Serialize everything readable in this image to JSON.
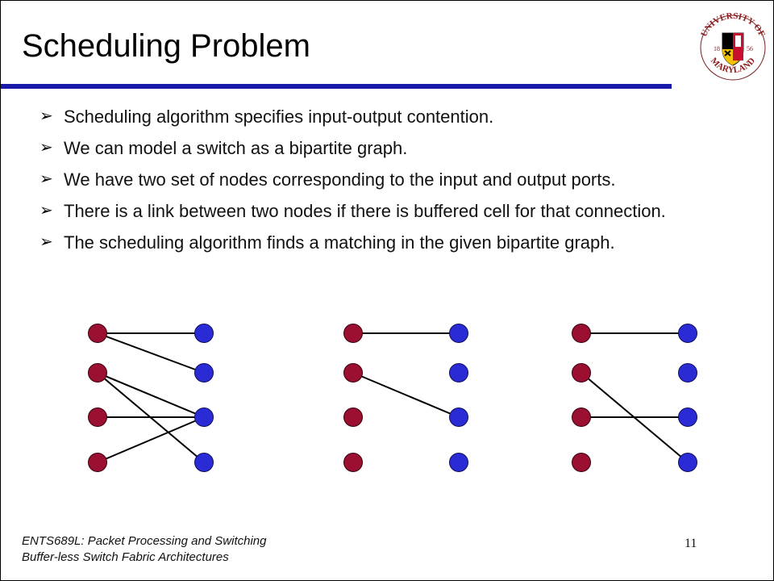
{
  "slide": {
    "title": "Scheduling Problem",
    "bullets": [
      "Scheduling algorithm specifies input-output contention.",
      "We can model a switch as a bipartite graph.",
      "We have two set of nodes corresponding to the input and output ports.",
      "There is a link between two nodes if there is buffered cell for that connection.",
      "The scheduling algorithm finds a matching in the given bipartite graph."
    ],
    "bullet_marker": "➢",
    "logo": {
      "top_text": "UNIVERSITY OF",
      "bottom_text": "MARYLAND",
      "year_left": "18",
      "year_right": "56"
    },
    "footer": {
      "line1": "ENTS689L: Packet Processing and Switching",
      "line2": "Buffer-less Switch Fabric Architectures",
      "page_number": "11"
    },
    "colors": {
      "input_node": "#9b1030",
      "output_node": "#2b2bd6",
      "rule": "#1a1aa8",
      "edge": "#000000"
    },
    "graphs": [
      {
        "name": "bipartite-graph",
        "inputs": 4,
        "outputs": 4,
        "edges": [
          [
            0,
            0
          ],
          [
            0,
            1
          ],
          [
            1,
            2
          ],
          [
            1,
            3
          ],
          [
            2,
            2
          ],
          [
            3,
            2
          ]
        ]
      },
      {
        "name": "matching-1",
        "inputs": 4,
        "outputs": 4,
        "edges": [
          [
            0,
            0
          ],
          [
            1,
            2
          ]
        ]
      },
      {
        "name": "matching-2",
        "inputs": 4,
        "outputs": 4,
        "edges": [
          [
            0,
            0
          ],
          [
            1,
            3
          ],
          [
            2,
            2
          ]
        ]
      }
    ]
  }
}
